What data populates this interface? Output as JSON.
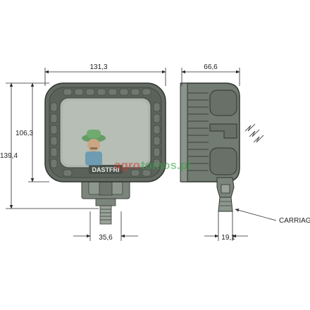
{
  "drawing": {
    "front_view": {
      "width_label": "131,3",
      "lens_height_label": "106,3",
      "total_height_label": "139,4",
      "bracket_width_label": "35,6"
    },
    "side_view": {
      "depth_label": "66,6",
      "mount_width_label": "19,1",
      "callout_label": "CARRIAG"
    },
    "brand_text": "DASTFRI",
    "watermark": {
      "part1": "agro",
      "part2": "tomos.pl"
    },
    "colors": {
      "housing": "#626a62",
      "housing_dark": "#4f564f",
      "lens": "#aeb7ae",
      "side_body": "#727b72",
      "dimension_line": "#2a2a2a",
      "watermark_red": "#d33a2c",
      "watermark_green": "#3aa043"
    }
  }
}
